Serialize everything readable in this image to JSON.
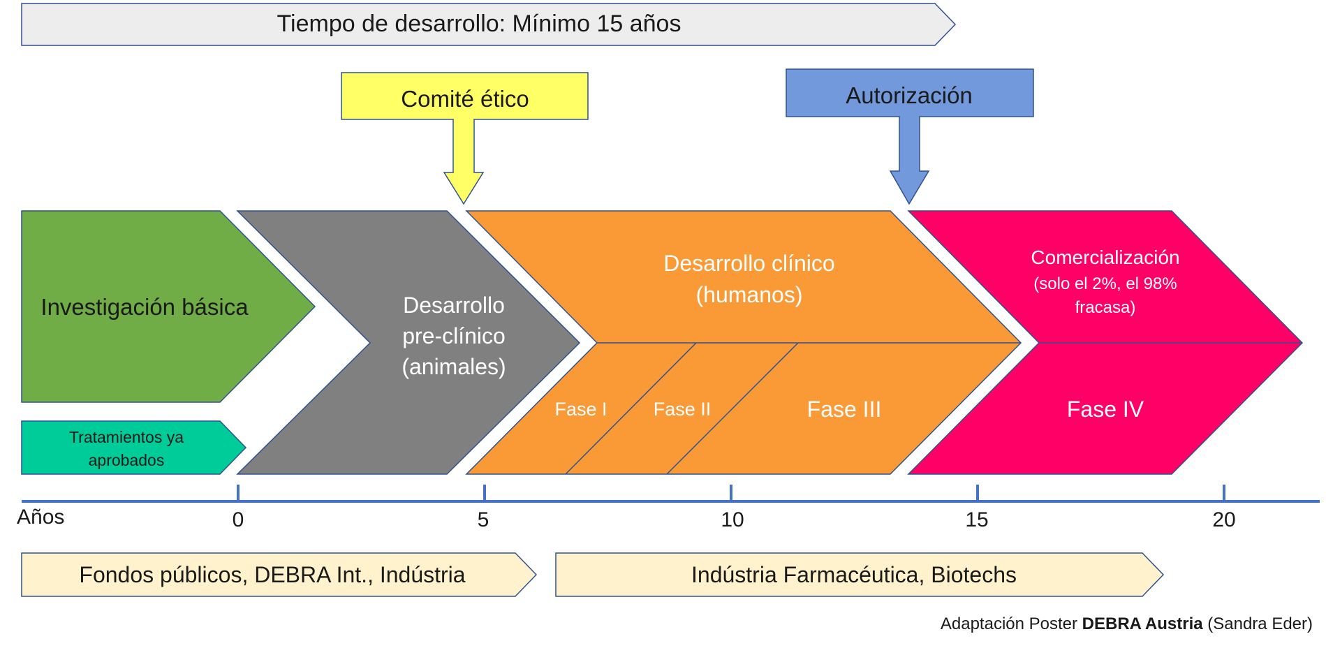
{
  "banner": {
    "text": "Tiempo de desarrollo: Mínimo 15 años"
  },
  "callouts": {
    "ethics": {
      "label": "Comité ético",
      "color": "#FFFF66"
    },
    "authorization": {
      "label": "Autorización",
      "color": "#7399DD"
    }
  },
  "stages": {
    "basic_research": {
      "label": "Investigación básica",
      "color": "#70AD47"
    },
    "approved": {
      "line1": "Tratamientos ya",
      "line2": "aprobados",
      "color": "#00CC99"
    },
    "preclinical": {
      "line1": "Desarrollo",
      "line2": "pre-clínico",
      "line3": "(animales)",
      "color": "#808080"
    },
    "clinical": {
      "line1": "Desarrollo clínico",
      "line2": "(humanos)",
      "color": "#FA9A37",
      "phases": [
        "Fase I",
        "Fase II",
        "Fase III"
      ]
    },
    "commercial": {
      "line1": "Comercialización",
      "line2": "(solo el 2%, el 98%",
      "line3": "fracasa)",
      "phase": "Fase IV",
      "color": "#FF0066"
    }
  },
  "axis": {
    "label": "Años",
    "ticks": [
      "0",
      "5",
      "10",
      "15",
      "20"
    ],
    "color": "#4472C4"
  },
  "funding": {
    "left": "Fondos públicos, DEBRA Int., Indústria",
    "right": "Indústria Farmacéutica, Biotechs",
    "color": "#FFF2CC"
  },
  "credit": {
    "prefix": "Adaptación Poster ",
    "bold": "DEBRA Austria",
    "suffix": " (Sandra Eder)"
  }
}
